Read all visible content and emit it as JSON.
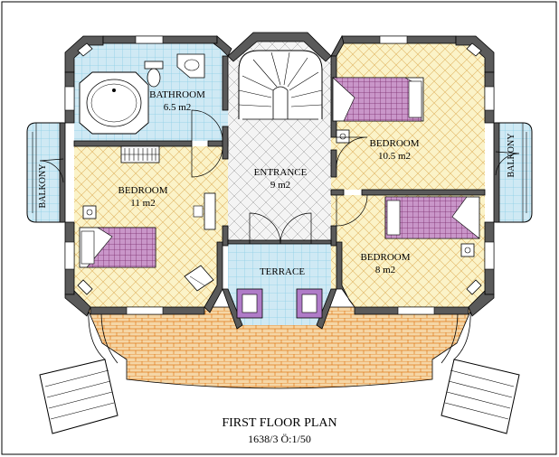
{
  "rooms": {
    "bathroom": {
      "name": "BATHROOM",
      "area": "6.5 m2"
    },
    "entrance": {
      "name": "ENTRANCE",
      "area": "9 m2"
    },
    "bedroom_left": {
      "name": "BEDROOM",
      "area": "11 m2"
    },
    "bedroom_top_right": {
      "name": "BEDROOM",
      "area": "10.5 m2"
    },
    "bedroom_bottom_right": {
      "name": "BEDROOM",
      "area": "8 m2"
    },
    "terrace": {
      "name": "TERRACE"
    },
    "balcony_left": {
      "name": "BALKONY"
    },
    "balcony_right": {
      "name": "BALKONY"
    }
  },
  "title": {
    "main": "FIRST FLOOR PLAN",
    "sub": "1638/3 Ö:1/50"
  },
  "colors": {
    "wall": "#5a5a5a",
    "tile_floor": "#cfe9f4",
    "tile_grid": "#8ccfe6",
    "parquet_floor": "#fbf3c8",
    "parquet_line": "#e3b96a",
    "entrance_floor": "#f4f4f4",
    "terrace_paving": "#f5d6a6",
    "terrace_line": "#e07a1a",
    "bed_cover": "#c996c9",
    "bed_grid": "#7a2d6e",
    "chair": "#b07cc8"
  }
}
